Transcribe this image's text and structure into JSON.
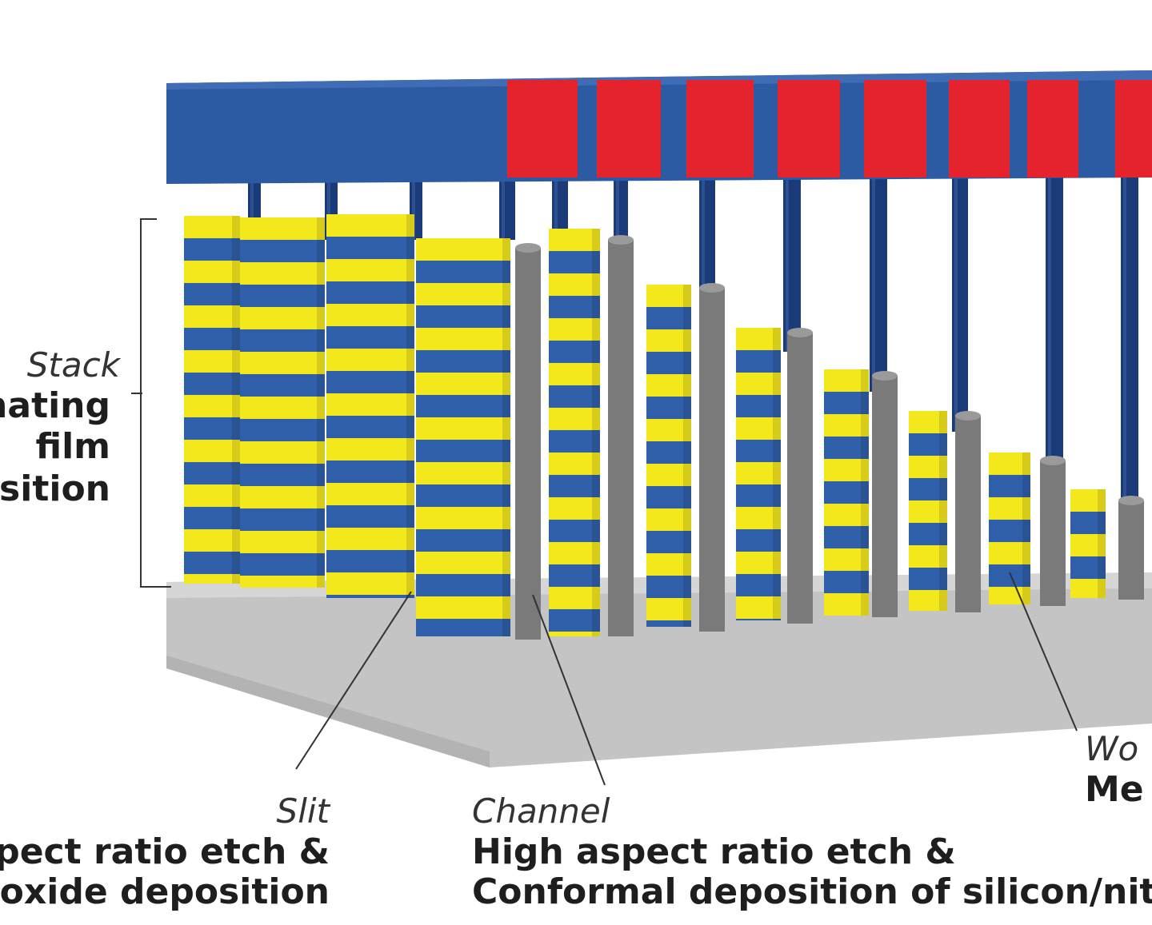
{
  "colors": {
    "film_blue": "#2f5fa8",
    "film_yellow": "#f3e81c",
    "contact_red": "#e4232c",
    "top_plate_blue": "#2c5aa3",
    "pillar_navy": "#1b3a78",
    "channel_gray": "#7a7a7a",
    "substrate_gray": "#c9c9c9",
    "text": "#1e1e1e"
  },
  "stack": {
    "title": "Stack",
    "lines": [
      "nating",
      "film",
      "osition"
    ]
  },
  "slit": {
    "title": "Slit",
    "lines": [
      "spect ratio etch &",
      "l oxide deposition"
    ]
  },
  "channel": {
    "title": "Channel",
    "lines": [
      "High aspect ratio etch &",
      "Conformal deposition of silicon/nitr"
    ]
  },
  "wordline": {
    "title": "Wo",
    "lines": [
      "Me"
    ]
  }
}
